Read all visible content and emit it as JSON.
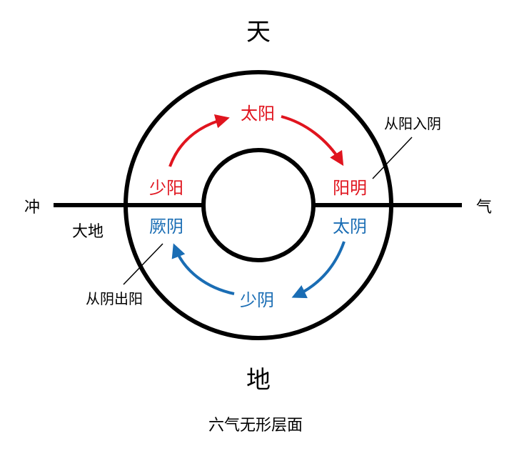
{
  "labels": {
    "top": "天",
    "bottom": "地",
    "left": "冲",
    "right": "气",
    "ground": "大地",
    "caption": "六气无形层面",
    "yang_top": "太阳",
    "yang_left": "少阳",
    "yang_right": "阳明",
    "yin_left": "厥阴",
    "yin_right": "太阴",
    "yin_bottom": "少阴",
    "note_top_right": "从阳入阴",
    "note_bottom_left": "从阴出阳"
  },
  "colors": {
    "yang": "#e0141e",
    "yin": "#1a6db4",
    "line": "#000000"
  },
  "icons": {
    "arrow_yang": "red-clockwise-arrow",
    "arrow_yin": "blue-clockwise-arrow"
  }
}
